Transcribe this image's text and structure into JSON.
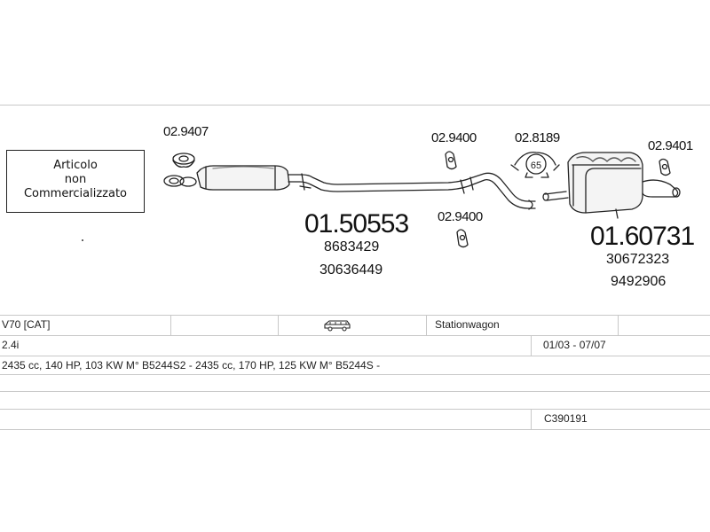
{
  "note": {
    "lines": [
      "Articolo",
      "non",
      "Commercializzato"
    ]
  },
  "parts": {
    "clamp_front": "02.9407",
    "front_pipe_number": "01.50553",
    "front_pipe_oem_1": "8683429",
    "front_pipe_oem_2": "30636449",
    "hanger_top": "02.9400",
    "hanger_bottom": "02.9400",
    "clamp_65": "02.8189",
    "clamp_65_size": "65",
    "hanger_rear": "02.9401",
    "rear_muffler_number": "01.60731",
    "rear_muffler_oem_1": "30672323",
    "rear_muffler_oem_2": "9492906"
  },
  "vehicle": {
    "model": "V70  [CAT]",
    "body_type": "Stationwagon",
    "engine": "2.4i",
    "period": "01/03 - 07/07",
    "specs": "2435 cc, 140 HP, 103 KW M° B5244S2 - 2435 cc, 170 HP, 125 KW M° B5244S -",
    "kit_code": "C390191"
  },
  "icons": {
    "car": "station-wagon-icon"
  }
}
